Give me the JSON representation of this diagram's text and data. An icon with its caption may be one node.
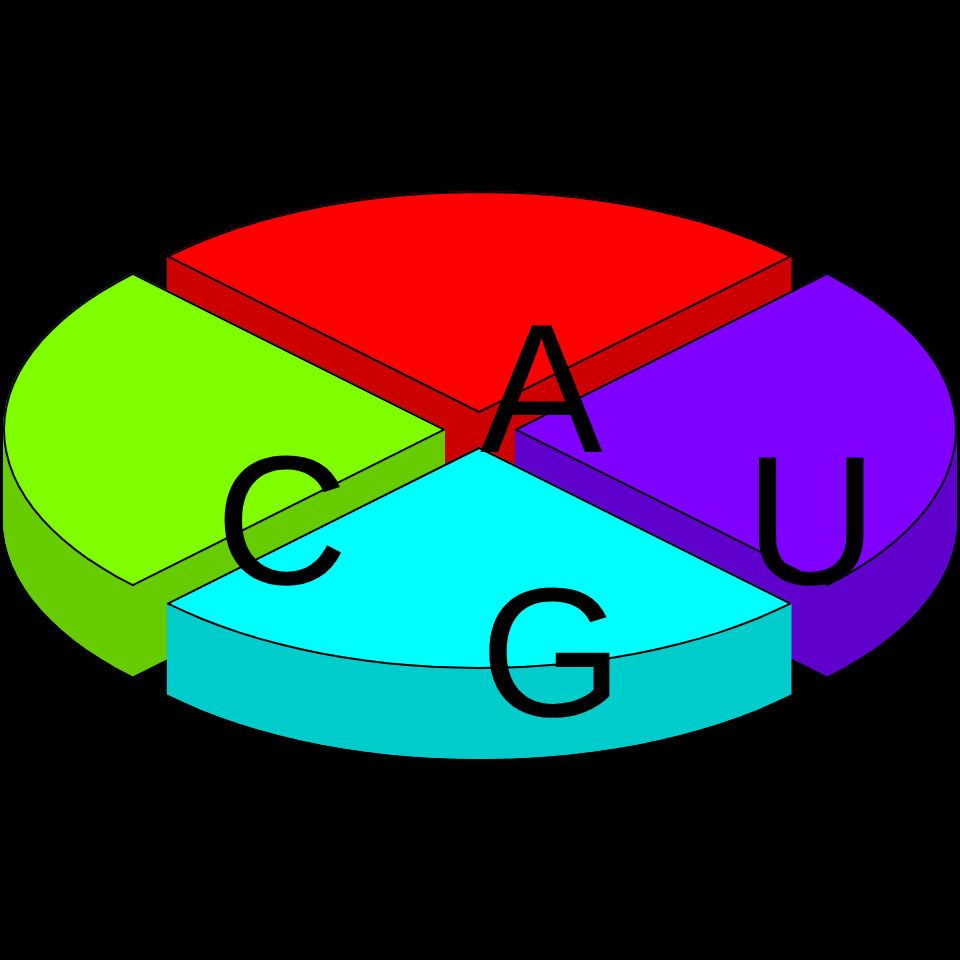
{
  "diagram": {
    "nodes": [
      {
        "text": [
          "A"
        ]
      },
      {
        "text": [
          "C"
        ]
      },
      {
        "text": [
          "U"
        ]
      },
      {
        "text": [
          "G"
        ]
      }
    ]
  }
}
